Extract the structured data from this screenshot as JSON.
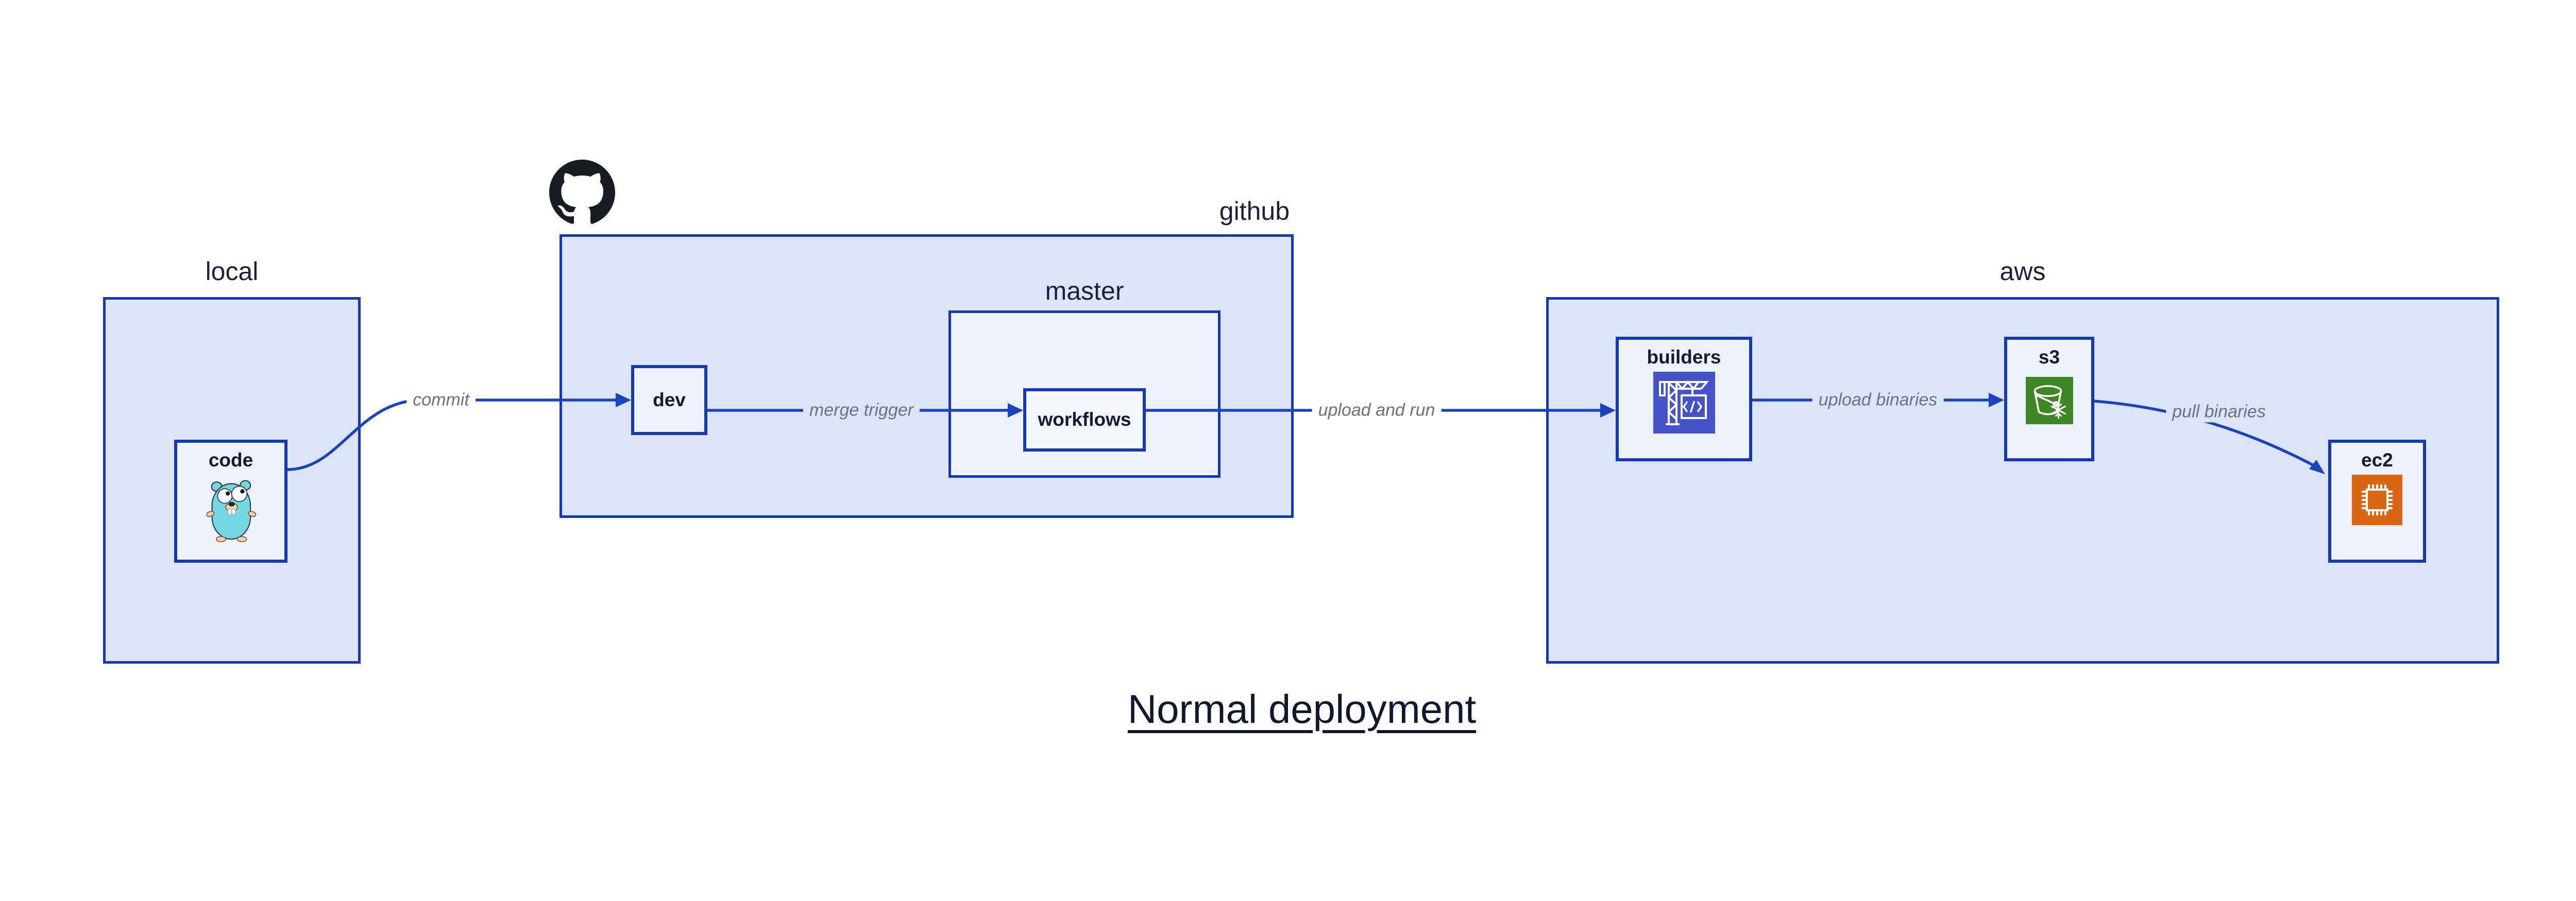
{
  "diagram": {
    "title": "Normal deployment",
    "groups": {
      "local": {
        "label": "local"
      },
      "github": {
        "label": "github",
        "logo": "github-octocat-icon"
      },
      "master": {
        "label": "master"
      },
      "aws": {
        "label": "aws"
      }
    },
    "nodes": {
      "code": {
        "label": "code",
        "icon": "go-gopher-icon"
      },
      "dev": {
        "label": "dev"
      },
      "workflows": {
        "label": "workflows"
      },
      "builders": {
        "label": "builders",
        "icon": "aws-codebuild-icon",
        "icon_color": "#4453c9"
      },
      "s3": {
        "label": "s3",
        "icon": "aws-s3-glacier-bucket-icon",
        "icon_color": "#3f8624"
      },
      "ec2": {
        "label": "ec2",
        "icon": "aws-ec2-chip-icon",
        "icon_color": "#d86613"
      }
    },
    "edges": [
      {
        "from": "code",
        "to": "dev",
        "label": "commit"
      },
      {
        "from": "dev",
        "to": "workflows",
        "label": "merge trigger"
      },
      {
        "from": "workflows",
        "to": "builders",
        "label": "upload and run"
      },
      {
        "from": "builders",
        "to": "s3",
        "label": "upload binaries"
      },
      {
        "from": "s3",
        "to": "ec2",
        "label": "pull binaries"
      }
    ],
    "colors": {
      "container_fill": "#dde4f8",
      "subgroup_fill": "#edf1fb",
      "node_fill": "#eef2fc",
      "workflows_fill": "#f5f7fd",
      "border_blue": "#1539b0",
      "edge_blue": "#1a43c0",
      "label_navy": "#131b35",
      "edge_label_gray": "#6b7280",
      "gopher_teal": "#73d7e3",
      "github_black": "#181c23"
    }
  }
}
